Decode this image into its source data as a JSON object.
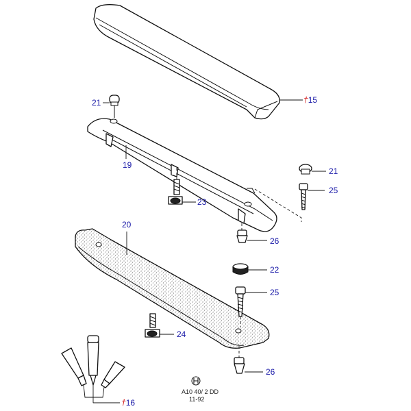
{
  "callouts": {
    "c15": "15",
    "c21a": "21",
    "c19": "19",
    "c21b": "21",
    "c25a": "25",
    "c23": "23",
    "c26a": "26",
    "c20": "20",
    "c22": "22",
    "c25b": "25",
    "c24": "24",
    "c26b": "26",
    "c16": "16"
  },
  "markers": {
    "dagger15": "†",
    "dagger16": "†"
  },
  "footer": {
    "code": "A10 40/ 2 DD",
    "date": "11-92"
  },
  "colors": {
    "callout": "#1a1aa8",
    "dagger": "#d01010",
    "line": "#111111"
  }
}
